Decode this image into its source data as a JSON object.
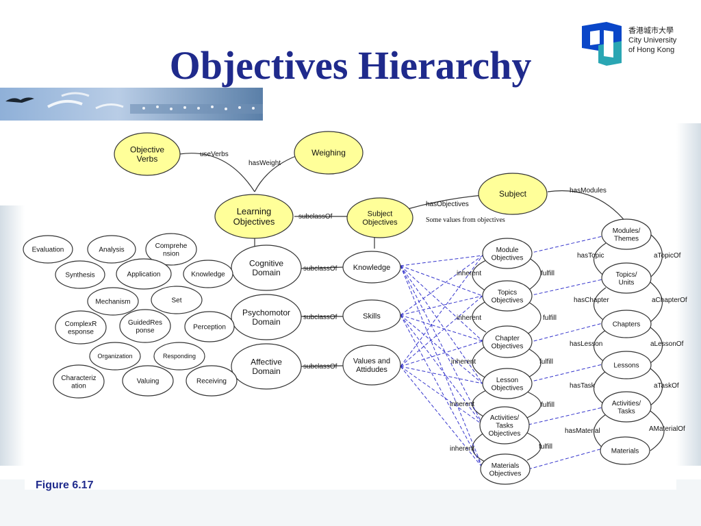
{
  "title": "Objectives Hierarchy",
  "figure_caption": "Figure 6.17",
  "logo": {
    "lines": [
      "香港城市大學",
      "City University",
      "of Hong Kong"
    ]
  },
  "colors": {
    "title": "#1f2a8c",
    "yellow_fill": "#ffff99",
    "logo_blue": "#0a46c8",
    "logo_teal": "#2aa6b3",
    "dashed_edge": "#3333cc"
  },
  "diagram": {
    "nodes": [
      {
        "id": "objective_verbs",
        "label": "Objective\nVerbs",
        "fill": "yellow"
      },
      {
        "id": "weighing",
        "label": "Weighing",
        "fill": "yellow"
      },
      {
        "id": "learning_objectives",
        "label": "Learning\nObjectives",
        "fill": "yellow"
      },
      {
        "id": "subject_objectives",
        "label": "Subject\nObjectives",
        "fill": "yellow"
      },
      {
        "id": "subject",
        "label": "Subject",
        "fill": "yellow"
      },
      {
        "id": "cognitive",
        "label": "Cognitive\nDomain"
      },
      {
        "id": "psychomotor",
        "label": "Psychomotor\nDomain"
      },
      {
        "id": "affective",
        "label": "Affective\nDomain"
      },
      {
        "id": "knowledge_obj",
        "label": "Knowledge"
      },
      {
        "id": "skills",
        "label": "Skills"
      },
      {
        "id": "values",
        "label": "Values and\nAttidudes"
      },
      {
        "id": "evaluation",
        "label": "Evaluation"
      },
      {
        "id": "analysis",
        "label": "Analysis"
      },
      {
        "id": "comprehension",
        "label": "Comprehe\nnsion"
      },
      {
        "id": "synthesis",
        "label": "Synthesis"
      },
      {
        "id": "application",
        "label": "Application"
      },
      {
        "id": "knowledge_c",
        "label": "Knowledge"
      },
      {
        "id": "mechanism",
        "label": "Mechanism"
      },
      {
        "id": "set",
        "label": "Set"
      },
      {
        "id": "complex",
        "label": "ComplexR\nesponse"
      },
      {
        "id": "guided",
        "label": "GuidedRes\nponse"
      },
      {
        "id": "perception",
        "label": "Perception"
      },
      {
        "id": "organization",
        "label": "Organization"
      },
      {
        "id": "responding",
        "label": "Responding"
      },
      {
        "id": "characterization",
        "label": "Characteriz\nation"
      },
      {
        "id": "valuing",
        "label": "Valuing"
      },
      {
        "id": "receiving",
        "label": "Receiving"
      },
      {
        "id": "module_obj",
        "label": "Module\nObjectives"
      },
      {
        "id": "topics_obj",
        "label": "Topics\nObjectives"
      },
      {
        "id": "chapter_obj",
        "label": "Chapter\nObjectives"
      },
      {
        "id": "lesson_obj",
        "label": "Lesson\nObjectives"
      },
      {
        "id": "activities_obj",
        "label": "Activities/\nTasks\nObjectives"
      },
      {
        "id": "materials_obj",
        "label": "Materials\nObjectives"
      },
      {
        "id": "modules_themes",
        "label": "Modules/\nThemes"
      },
      {
        "id": "topics_units",
        "label": "Topics/\nUnits"
      },
      {
        "id": "chapters",
        "label": "Chapters"
      },
      {
        "id": "lessons",
        "label": "Lessons"
      },
      {
        "id": "activities_tasks",
        "label": "Activities/\nTasks"
      },
      {
        "id": "materials",
        "label": "Materials"
      }
    ],
    "edge_labels": [
      {
        "id": "useVerbs",
        "text": "useVerbs"
      },
      {
        "id": "hasWeight",
        "text": "hasWeight"
      },
      {
        "id": "subclassOf_lo",
        "text": "subclassOf"
      },
      {
        "id": "hasObjectives",
        "text": "hasObjectives"
      },
      {
        "id": "hasModules",
        "text": "hasModules"
      },
      {
        "id": "subclassOf_cog",
        "text": "subclassOf"
      },
      {
        "id": "subclassOf_psy",
        "text": "subclassOf"
      },
      {
        "id": "subclassOf_aff",
        "text": "subclassOf"
      },
      {
        "id": "inherent1",
        "text": "inherent"
      },
      {
        "id": "inherent2",
        "text": "inherent"
      },
      {
        "id": "inherent3",
        "text": "inherent"
      },
      {
        "id": "inherent4",
        "text": "inherent"
      },
      {
        "id": "inherent5",
        "text": "inherent"
      },
      {
        "id": "fulfill1",
        "text": "fulfill"
      },
      {
        "id": "fulfill2",
        "text": "fulfill"
      },
      {
        "id": "fulfill3",
        "text": "fulfill"
      },
      {
        "id": "fulfill4",
        "text": "fulfill"
      },
      {
        "id": "fulfill5",
        "text": "fulfill"
      },
      {
        "id": "hasTopic",
        "text": "hasTopic"
      },
      {
        "id": "aTopicOf",
        "text": "aTopicOf"
      },
      {
        "id": "hasChapter",
        "text": "hasChapter"
      },
      {
        "id": "aChapterOf",
        "text": "aChapterOf"
      },
      {
        "id": "hasLesson",
        "text": "hasLesson"
      },
      {
        "id": "aLessonOf",
        "text": "aLessonOf"
      },
      {
        "id": "hasTask",
        "text": "hasTask"
      },
      {
        "id": "aTaskOf",
        "text": "aTaskOf"
      },
      {
        "id": "hasMaterial",
        "text": "hasMaterial"
      },
      {
        "id": "AMaterialOf",
        "text": "AMaterialOf"
      }
    ],
    "note": "Some values from objectives"
  }
}
